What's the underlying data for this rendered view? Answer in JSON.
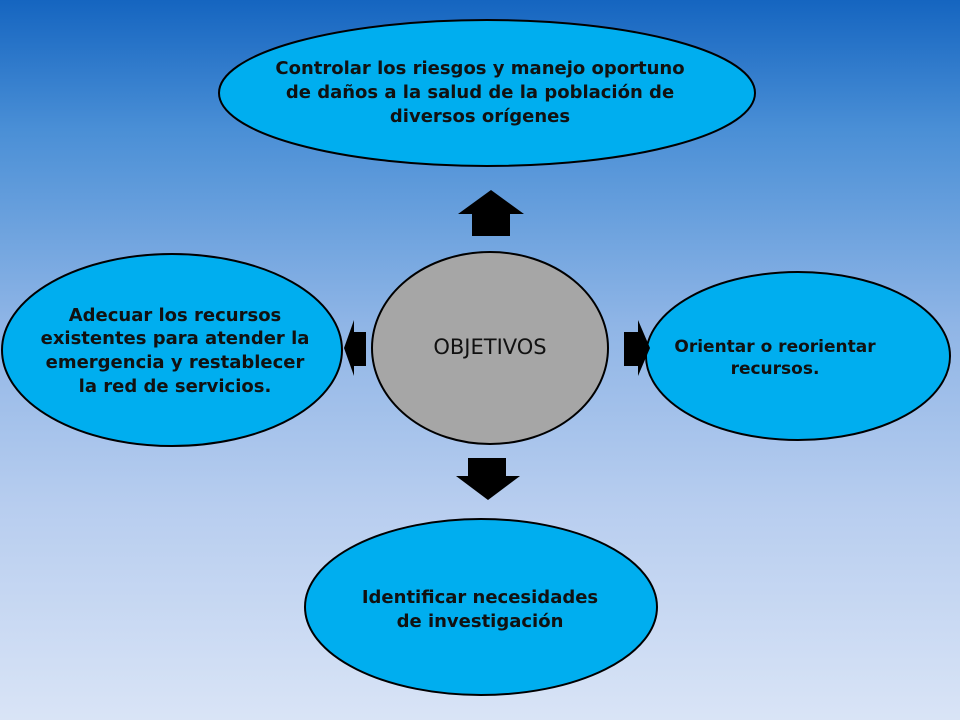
{
  "diagram": {
    "center": {
      "label": "OBJETIVOS"
    },
    "nodes": {
      "top": {
        "text": "Controlar los riesgos y manejo oportuno de daños a la salud de la población de diversos orígenes"
      },
      "left": {
        "text": "Adecuar los recursos existentes para atender la emergencia y restablecer la red de servicios."
      },
      "right": {
        "text": "Orientar o reorientar recursos."
      },
      "bottom": {
        "text": "Identificar necesidades de investigación"
      }
    },
    "colors": {
      "node_fill": "#00aeef",
      "center_fill": "#a6a6a6",
      "outline": "#000000",
      "arrow": "#000000"
    }
  }
}
